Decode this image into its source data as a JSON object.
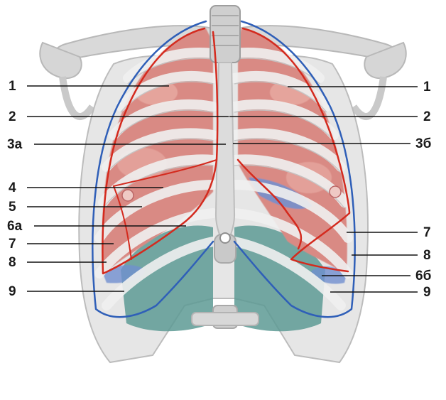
{
  "labels": {
    "left": [
      "1",
      "2",
      "3а",
      "4",
      "5",
      "6а",
      "7",
      "8",
      "9"
    ],
    "right": [
      "1",
      "2",
      "3б",
      "7",
      "8",
      "6б",
      "9"
    ]
  },
  "colors": {
    "bone": "#d9d9d9",
    "bone_edge": "#b8b8b8",
    "lung": "#d98a84",
    "lung_light": "#e7aaa3",
    "pleura_red": "#d42a1e",
    "pleura_blue": "#2f5fb8",
    "recess_blue": "#6f8fd0",
    "diaphragm_teal": "#4f8f8a",
    "leader": "#111111"
  },
  "icons": [
    "rib-cage-icon",
    "lung-icon",
    "trachea-icon",
    "clavicle-icon",
    "spine-icon"
  ]
}
